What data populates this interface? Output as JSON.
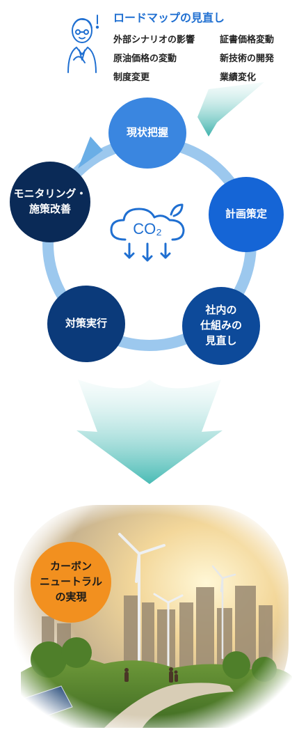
{
  "header": {
    "title": "ロードマップの見直し",
    "factors": [
      "外部シナリオの影響",
      "証書価格変動",
      "原油価格の変動",
      "新技術の開発",
      "制度変更",
      "業績変化"
    ]
  },
  "cycle": {
    "steps": [
      {
        "lines": [
          "現状把握"
        ]
      },
      {
        "lines": [
          "計画策定"
        ]
      },
      {
        "lines": [
          "社内の",
          "仕組みの",
          "見直し"
        ]
      },
      {
        "lines": [
          "対策実行"
        ]
      },
      {
        "lines": [
          "モニタリング・",
          "施策改善"
        ]
      }
    ],
    "center_label": "CO₂"
  },
  "goal": {
    "lines": [
      "カーボン",
      "ニュートラル",
      "の実現"
    ]
  },
  "colors": {
    "accent_blue": "#1f6fd1",
    "step_current": "#3a86e0",
    "step_plan": "#1565d6",
    "step_system": "#0d4a9a",
    "step_execute": "#0b3a7a",
    "step_monitor": "#0a2a57",
    "ring": "#9cc8ee",
    "arrow_teal": "#4bbdb8",
    "goal_orange": "#f2901f"
  },
  "icons": [
    "person-icon",
    "co2-cloud-icon"
  ]
}
